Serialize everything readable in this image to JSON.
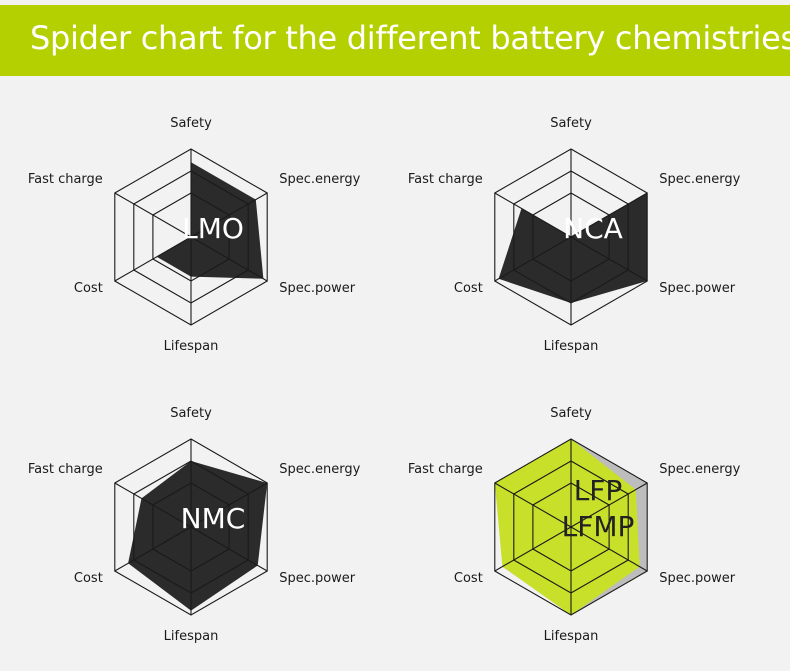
{
  "title": "Spider chart for the different battery chemistries.",
  "colors": {
    "header_bg": "#b5d000",
    "page_bg": "#f2f2f2",
    "dark_fill": "#2b2b2b",
    "lfp_fill": "#c8e02a",
    "lfmp_fill": "#bdbdbd",
    "grid": "#1a1a1a",
    "label_on_dark": "#ffffff",
    "label_on_light": "#222222"
  },
  "chart_data": [
    {
      "type": "radar",
      "axes": [
        "Safety",
        "Spec.energy",
        "Spec.power",
        "Lifespan",
        "Cost",
        "Fast charge"
      ],
      "rlim": [
        0,
        4
      ],
      "grid": true,
      "label": "LMO",
      "series": [
        {
          "values": [
            3.4,
            3.4,
            3.8,
            1.8,
            1.8,
            0.0
          ],
          "color": "#2b2b2b"
        }
      ]
    },
    {
      "type": "radar",
      "axes": [
        "Safety",
        "Spec.energy",
        "Spec.power",
        "Lifespan",
        "Cost",
        "Fast charge"
      ],
      "rlim": [
        0,
        4
      ],
      "grid": true,
      "label": "NCA",
      "series": [
        {
          "values": [
            0.0,
            4.0,
            4.0,
            3.0,
            3.8,
            2.6
          ],
          "color": "#2b2b2b"
        }
      ]
    },
    {
      "type": "radar",
      "axes": [
        "Safety",
        "Spec.energy",
        "Spec.power",
        "Lifespan",
        "Cost",
        "Fast charge"
      ],
      "rlim": [
        0,
        4
      ],
      "grid": true,
      "label": "NMC",
      "series": [
        {
          "values": [
            3.0,
            4.0,
            3.5,
            3.8,
            3.3,
            2.6
          ],
          "color": "#2b2b2b"
        }
      ]
    },
    {
      "type": "radar",
      "axes": [
        "Safety",
        "Spec.energy",
        "Spec.power",
        "Lifespan",
        "Cost",
        "Fast charge"
      ],
      "rlim": [
        0,
        4
      ],
      "grid": true,
      "label": "LFP",
      "label2": "LFMP",
      "series": [
        {
          "values": [
            4.0,
            4.0,
            4.0,
            4.0,
            3.6,
            2.6
          ],
          "color": "#bdbdbd"
        },
        {
          "values": [
            4.0,
            3.4,
            3.6,
            4.0,
            3.6,
            4.0
          ],
          "color": "#c8e02a"
        }
      ]
    }
  ]
}
